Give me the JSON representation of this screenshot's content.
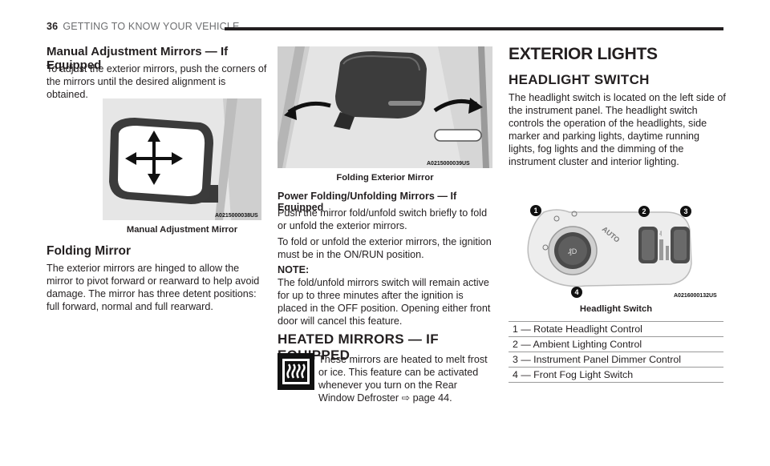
{
  "header": {
    "page_number": "36",
    "title": "GETTING TO KNOW YOUR VEHICLE"
  },
  "left": {
    "heading_manual": "Manual Adjustment Mirrors — If Equipped",
    "para_manual": "To adjust the exterior mirrors, push the corners of the mirrors until the desired alignment is obtained.",
    "fig1_code": "A0215000038US",
    "fig1_caption": "Manual Adjustment Mirror",
    "heading_folding": "Folding Mirror",
    "para_folding": "The exterior mirrors are hinged to allow the mirror to pivot forward or rearward to help avoid damage. The mirror has three detent positions: full forward, normal and full rearward."
  },
  "middle": {
    "fig2_code": "A0215000039US",
    "fig2_caption": "Folding Exterior Mirror",
    "heading_power": "Power Folding/Unfolding Mirrors — If Equipped",
    "para_power1": "Push the mirror fold/unfold switch briefly to fold or unfold the exterior mirrors.",
    "para_power2": "To fold or unfold the exterior mirrors, the ignition must be in the ON/RUN position.",
    "note_label": "NOTE:",
    "note_text": "The fold/unfold mirrors switch will remain active for up to three minutes after the ignition is placed in the OFF position. Opening either front door will cancel this feature.",
    "heading_heated": "HEATED MIRRORS — IF EQUIPPED",
    "heated_text": "These mirrors are heated to melt frost or ice. This feature can be activated whenever you turn on the Rear Window Defroster",
    "heated_link_arrow": "⇨",
    "heated_link_text": "page 44."
  },
  "right": {
    "heading_exterior": "EXTERIOR LIGHTS",
    "heading_switch": "HEADLIGHT SWITCH",
    "para_switch": "The headlight switch is located on the left side of the instrument panel. The headlight switch controls the operation of the headlights, side marker and parking lights, daytime running lights, fog lights and the dimming of the instrument cluster and interior lighting.",
    "fig3_code": "A0216000132US",
    "fig3_caption": "Headlight Switch",
    "callouts": [
      "1",
      "2",
      "3",
      "4"
    ],
    "fig3_auto_label": "AUTO",
    "legend": [
      "1 — Rotate Headlight Control",
      "2 — Ambient Lighting Control",
      "3 — Instrument Panel Dimmer Control",
      "4 — Front Fog Light Switch"
    ]
  }
}
